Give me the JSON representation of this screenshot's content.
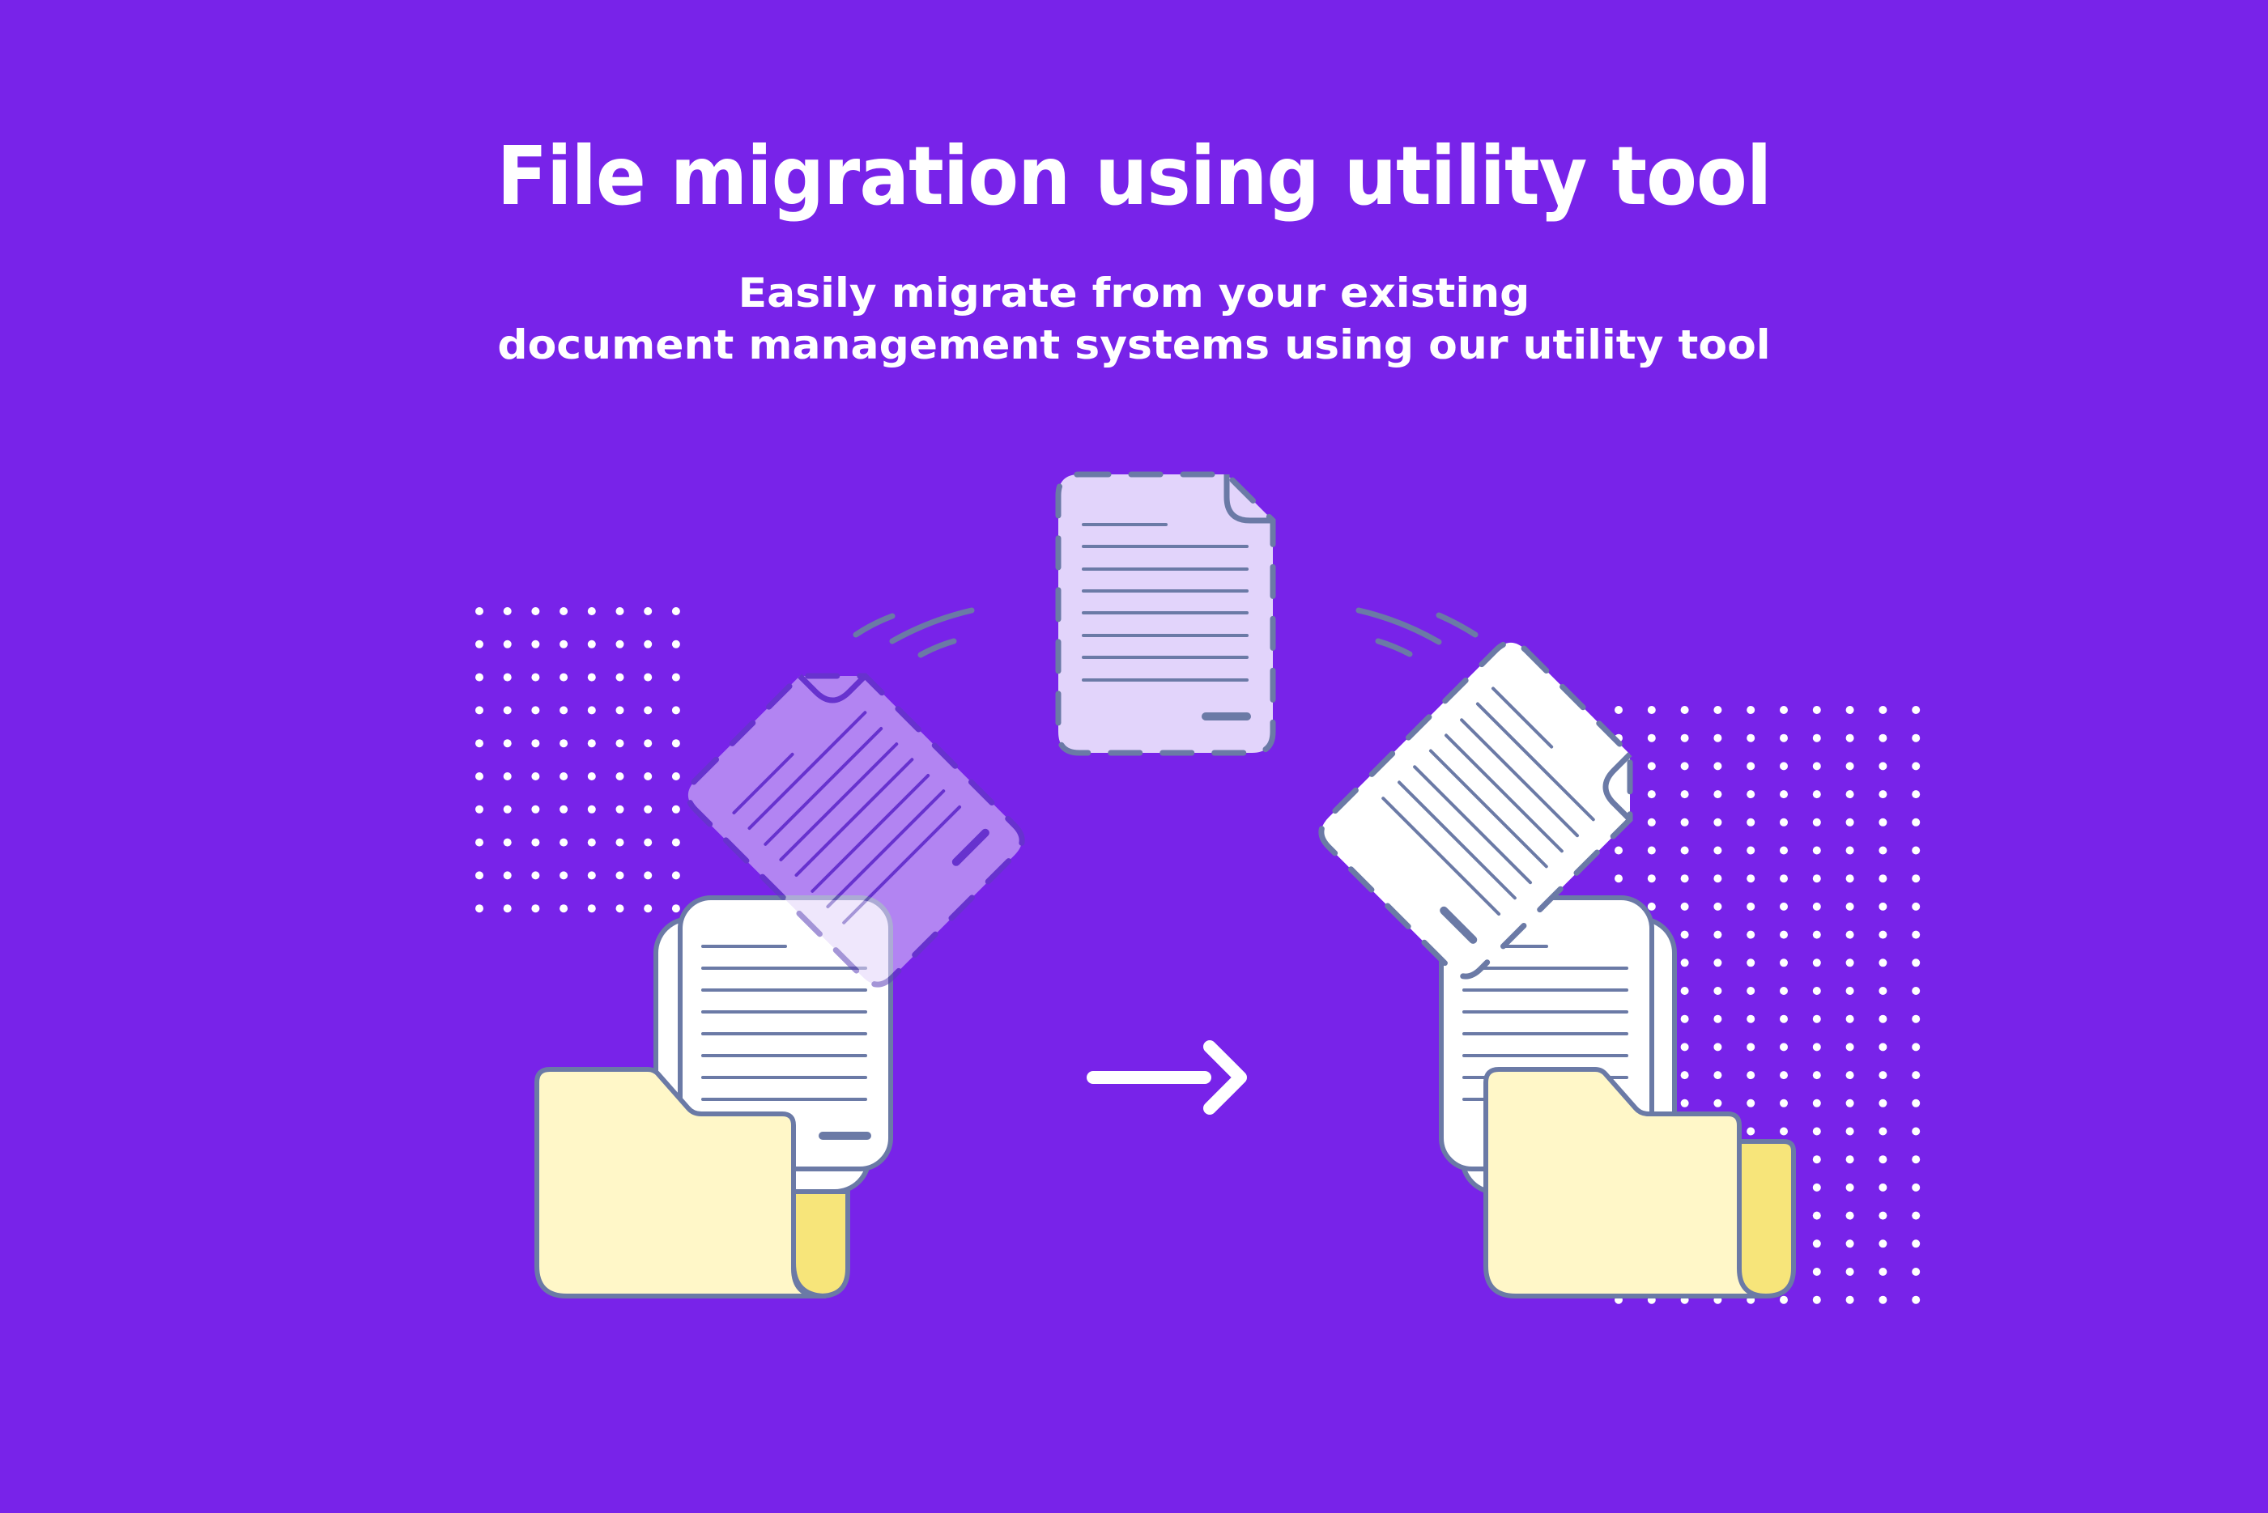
{
  "page": {
    "title": "File migration using utility tool",
    "subtitle_lines": [
      "Easily migrate from your existing",
      "document management systems using our utility tool"
    ]
  },
  "colors": {
    "background": "#7823e9",
    "text": "#ffffff",
    "outline": "#6b7aa6",
    "folder_front": "#fff7c8",
    "folder_back": "#f7e57a",
    "doc_white": "#ffffff",
    "doc_center_fill": "#e2d4fb",
    "doc_ghost_fill": "#b083f1",
    "dots": "#ffffff"
  },
  "illustration": {
    "source_folder": {
      "label": "source-folder",
      "documents": 2
    },
    "destination_folder": {
      "label": "destination-folder",
      "documents": 2
    },
    "in_transit_documents": 3,
    "direction_arrow": "right-arrow",
    "dot_grids": [
      {
        "position": "left",
        "columns": 8,
        "rows": 10
      },
      {
        "position": "right",
        "columns": 10,
        "rows": 22
      }
    ]
  }
}
